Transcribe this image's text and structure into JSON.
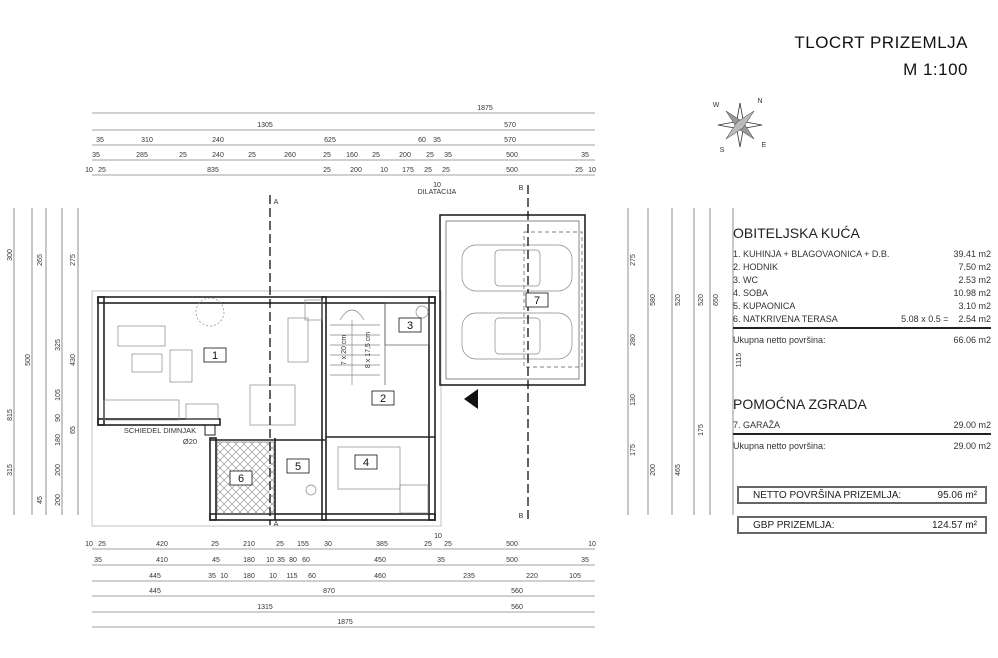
{
  "title": {
    "line1": "TLOCRT PRIZEMLJA",
    "line2": "M 1:100"
  },
  "compass": {
    "labels": [
      "N",
      "W",
      "E",
      "S"
    ]
  },
  "top_dims": {
    "row1": [
      "1875"
    ],
    "row2": [
      "1305",
      "570"
    ],
    "row3": [
      "35",
      "310",
      "240",
      "625",
      "60",
      "35",
      "570"
    ],
    "row4": [
      "35",
      "285",
      "25",
      "240",
      "25",
      "260",
      "25",
      "160",
      "25",
      "200",
      "25",
      "35",
      "500",
      "35"
    ],
    "row5": [
      "10",
      "25",
      "835",
      "25",
      "200",
      "10",
      "175",
      "25",
      "25",
      "500",
      "25",
      "10"
    ],
    "dilatacija": [
      "10",
      "DILATACIJA"
    ]
  },
  "bottom_dims": {
    "row1": [
      "10",
      "25",
      "420",
      "25",
      "210",
      "25",
      "155",
      "30",
      "385",
      "25",
      "10",
      "25",
      "500",
      "10"
    ],
    "row2": [
      "35",
      "410",
      "45",
      "180",
      "10",
      "35",
      "80",
      "60",
      "450",
      "35",
      "500",
      "35"
    ],
    "row3": [
      "445",
      "35",
      "10",
      "180",
      "10",
      "115",
      "60",
      "460",
      "235",
      "220",
      "105"
    ],
    "row4": [
      "445",
      "870",
      "560"
    ],
    "row5": [
      "1315",
      "560"
    ],
    "row6": [
      "1875"
    ]
  },
  "left_dims": [
    "300",
    "500",
    "315",
    "815",
    "265",
    "325",
    "105",
    "90",
    "65",
    "180",
    "45",
    "275",
    "430",
    "200",
    "200"
  ],
  "right_dims": [
    "275",
    "280",
    "580",
    "520",
    "520",
    "650",
    "1115",
    "130",
    "175",
    "200",
    "465",
    "175"
  ],
  "sections": {
    "a": "A",
    "b": "B"
  },
  "plan_notes": {
    "chimney": "SCHIEDEL DIMNJAK",
    "chimney_dia": "Ø20",
    "stairs1": "7 x 20 cm",
    "stairs2": "8 x 17,5 cm"
  },
  "rooms": [
    "1",
    "2",
    "3",
    "4",
    "5",
    "6",
    "7"
  ],
  "legend": {
    "house": {
      "heading": "OBITELJSKA KUĆA",
      "items": [
        {
          "label": "1. KUHINJA + BLAGOVAONICA + D.B.",
          "calc": "",
          "area": "39.41 m2"
        },
        {
          "label": "2. HODNIK",
          "calc": "",
          "area": "7.50 m2"
        },
        {
          "label": "3. WC",
          "calc": "",
          "area": "2.53 m2"
        },
        {
          "label": "4. SOBA",
          "calc": "",
          "area": "10.98 m2"
        },
        {
          "label": "5. KUPAONICA",
          "calc": "",
          "area": "3.10 m2"
        },
        {
          "label": "6. NATKRIVENA TERASA",
          "calc": "5.08 x 0.5 =",
          "area": "2.54 m2"
        }
      ],
      "total_label": "Ukupna netto površina:",
      "total": "66.06 m2"
    },
    "aux": {
      "heading": "POMOĆNA ZGRADA",
      "items": [
        {
          "label": "7. GARAŽA",
          "area": "29.00 m2"
        }
      ],
      "total_label": "Ukupna netto površina:",
      "total": "29.00 m2"
    },
    "netto": {
      "label": "NETTO POVRŠINA PRIZEMLJA:",
      "value": "95.06 m²"
    },
    "gbp": {
      "label": "GBP PRIZEMLJA:",
      "value": "124.57 m²"
    }
  }
}
